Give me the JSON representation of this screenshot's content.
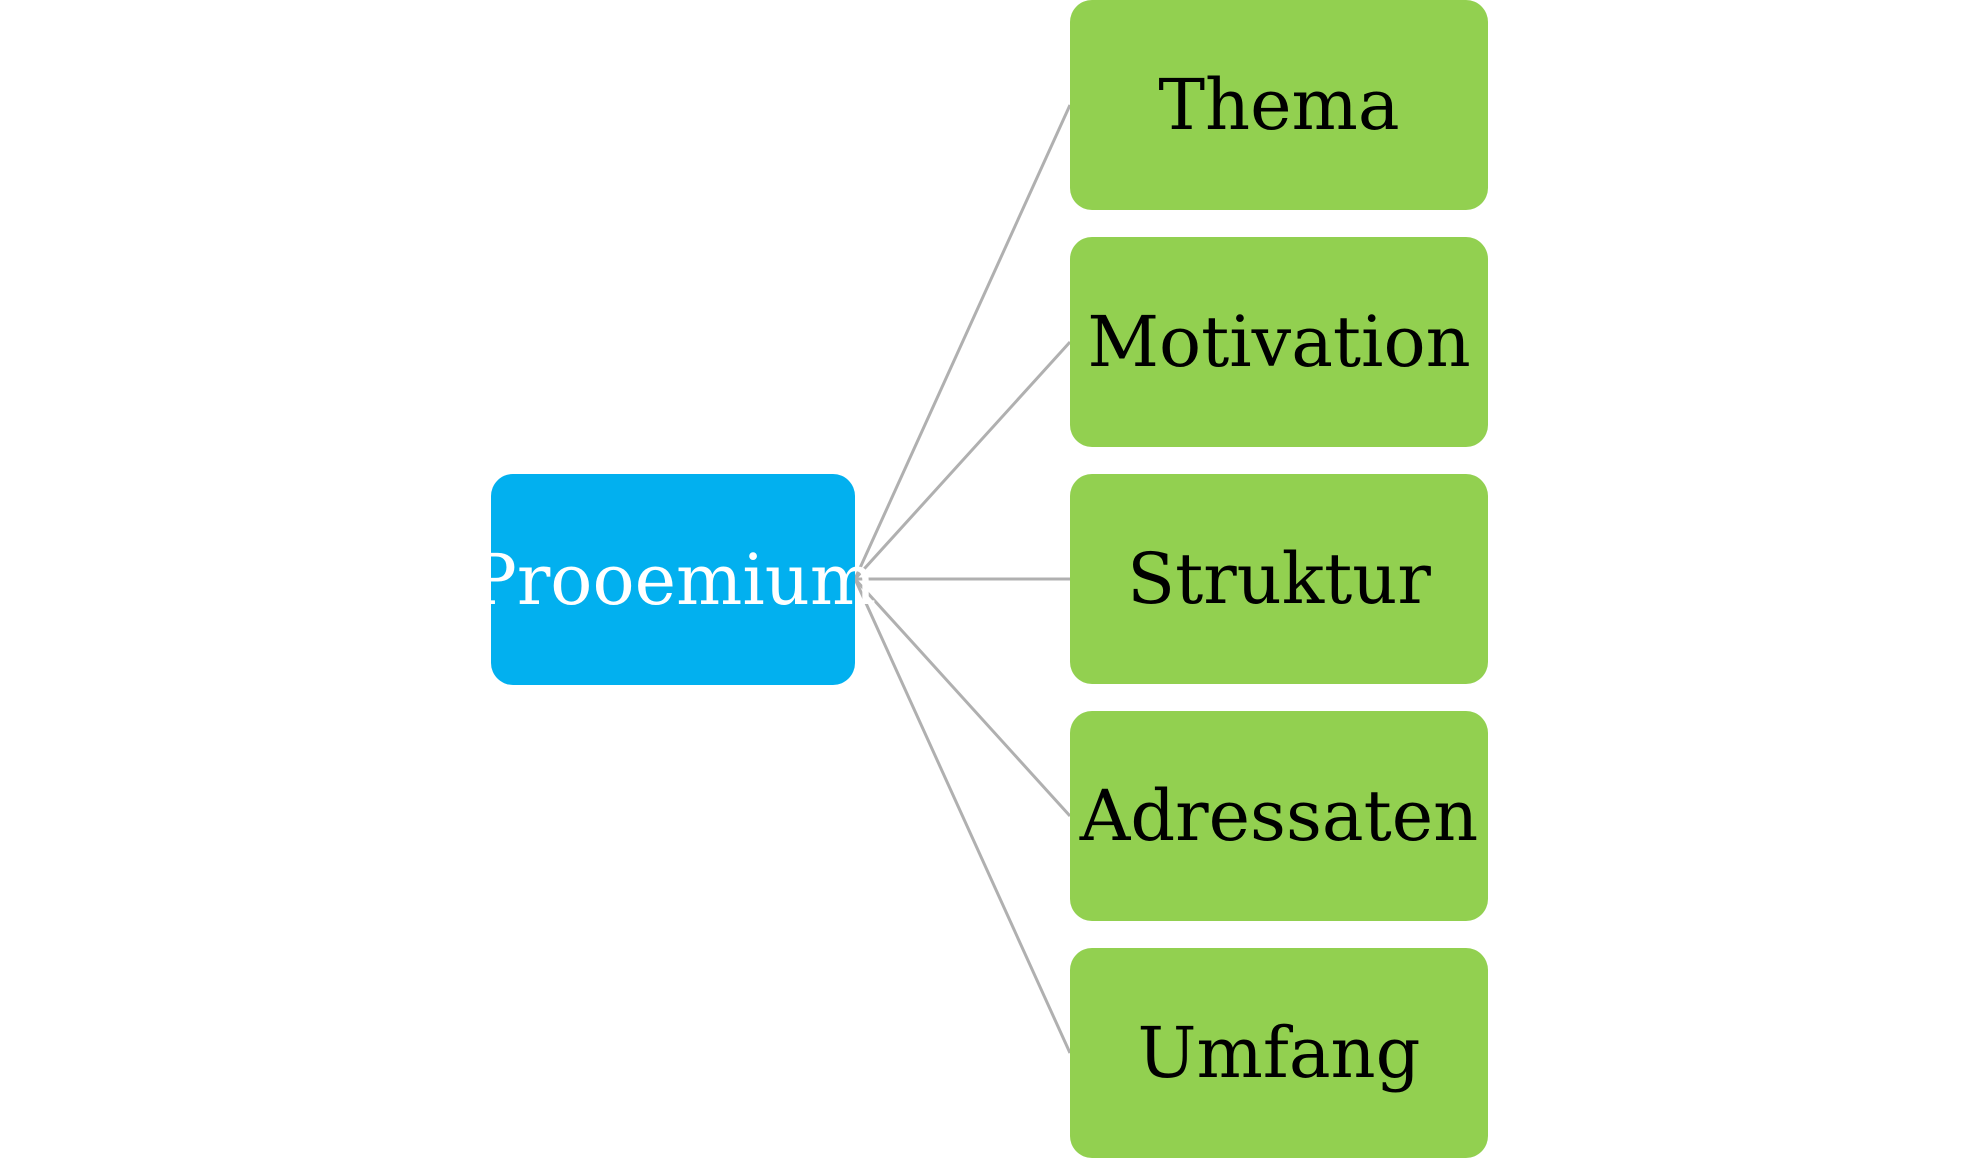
{
  "diagram": {
    "root": {
      "label": "Prooemium",
      "color": "#02b0ef",
      "text_color": "#ffffff"
    },
    "children": [
      {
        "label": "Thema"
      },
      {
        "label": "Motivation"
      },
      {
        "label": "Struktur"
      },
      {
        "label": "Adressaten"
      },
      {
        "label": "Umfang"
      }
    ],
    "child_color": "#92d050",
    "child_text_color": "#000000",
    "connector_color": "#b0b0b0"
  }
}
